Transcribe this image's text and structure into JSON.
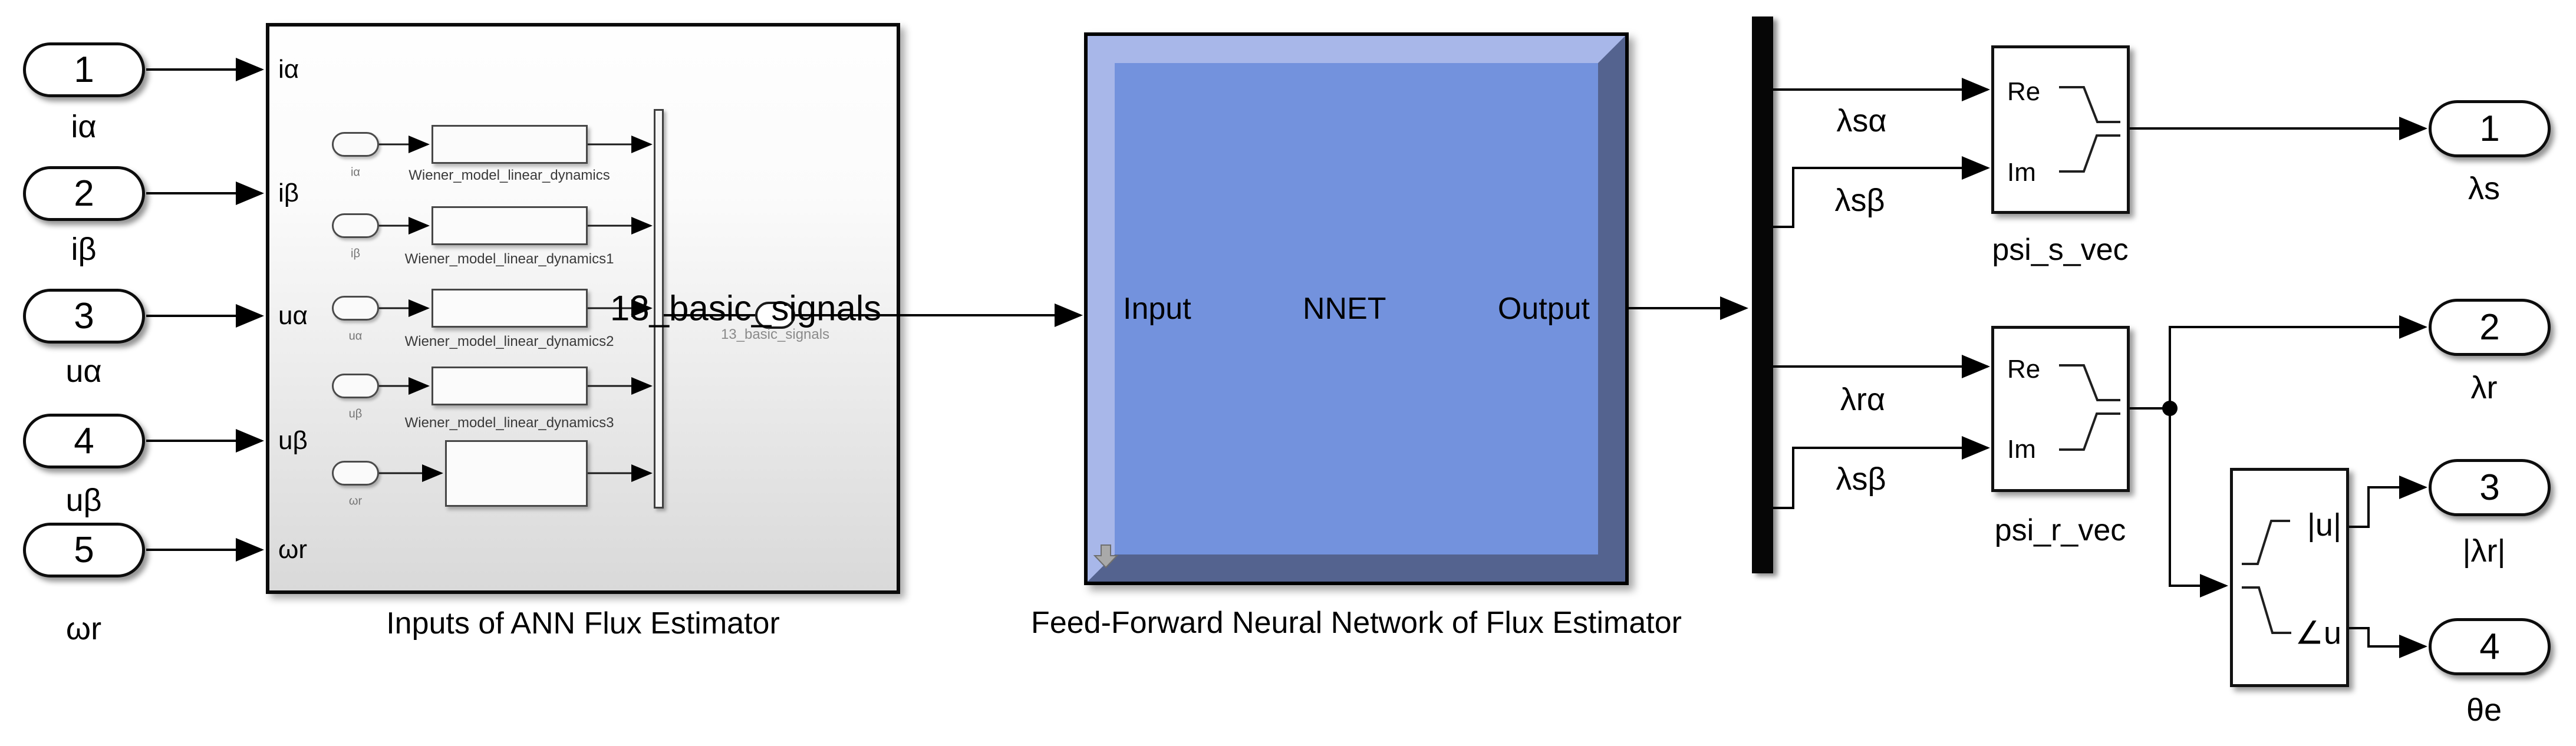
{
  "diagram": {
    "type": "simulink-block-diagram",
    "colors": {
      "nnet_fill": "#7392dd",
      "nnet_bevel_light": "#a8b7e9",
      "nnet_bevel_dark": "#54638f",
      "background": "#ffffff",
      "wire": "#000000",
      "caption_gray": "#8a8a8a"
    },
    "inputs": [
      {
        "num": "1",
        "label": "iα"
      },
      {
        "num": "2",
        "label": "iβ"
      },
      {
        "num": "3",
        "label": "uα"
      },
      {
        "num": "4",
        "label": "uβ"
      },
      {
        "num": "5",
        "label": "ωr"
      }
    ],
    "subsystem": {
      "name": "Inputs of ANN Flux Estimator",
      "port_labels": [
        "iα",
        "iβ",
        "uα",
        "uβ",
        "ωr"
      ],
      "inner_port_labels": [
        "iα",
        "iβ",
        "uα",
        "uβ",
        "ωr"
      ],
      "wiener_labels": [
        "Wiener_model_linear_dynamics",
        "Wiener_model_linear_dynamics1",
        "Wiener_model_linear_dynamics2",
        "Wiener_model_linear_dynamics3"
      ],
      "signal_name": "13_basic_signals",
      "signal_caption": "13_basic_signals"
    },
    "nnet": {
      "in": "Input",
      "core": "NNET",
      "out": "Output",
      "name": "Feed-Forward Neural Network of Flux Estimator"
    },
    "signals": {
      "s_alpha": "λsα",
      "s_beta": "λsβ",
      "r_alpha": "λrα",
      "r_beta": "λsβ"
    },
    "psi_s": {
      "re": "Re",
      "im": "Im",
      "name": "psi_s_vec"
    },
    "psi_r": {
      "re": "Re",
      "im": "Im",
      "name": "psi_r_vec"
    },
    "mag_angle": {
      "magnitude": "|u|",
      "angle": "∠u"
    },
    "outputs": [
      {
        "num": "1",
        "label": "λs"
      },
      {
        "num": "2",
        "label": "λr"
      },
      {
        "num": "3",
        "label": "|λr|"
      },
      {
        "num": "4",
        "label": "θe"
      }
    ]
  }
}
